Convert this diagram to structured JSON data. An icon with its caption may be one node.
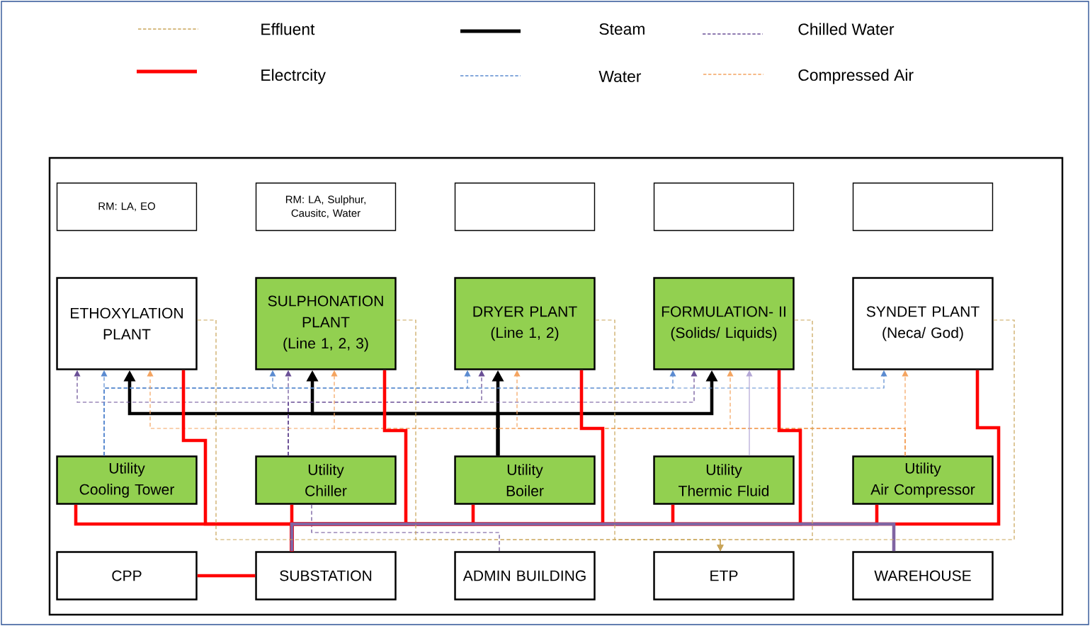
{
  "diagram": {
    "nodes": [
      {
        "text": [
          "RM: LA, EO"
        ]
      },
      {
        "text": [
          "RM: LA, Sulphur, Causitc, Water"
        ]
      },
      {
        "text": [],
        "shape": "box"
      },
      {
        "text": [],
        "shape": "box"
      },
      {
        "text": [],
        "shape": "box"
      },
      {
        "text": [
          "ETHOXYLATION PLANT"
        ]
      },
      {
        "text": [
          "SULPHONATION PLANT",
          "(Line 1, 2, 3)"
        ]
      },
      {
        "text": [
          "DRYER PLANT",
          "(Line 1, 2)"
        ]
      },
      {
        "text": [
          "FORMULATION- II",
          "(Solids/ Liquids)"
        ]
      },
      {
        "text": [
          "SYNDET PLANT",
          "(Neca/ God)"
        ]
      },
      {
        "text": [
          "Utility",
          "Cooling Tower"
        ]
      },
      {
        "text": [
          "Utility",
          "Chiller"
        ]
      },
      {
        "text": [
          "Utility",
          "Boiler"
        ]
      },
      {
        "text": [
          "Utility",
          "Thermic Fluid"
        ]
      },
      {
        "text": [
          "Utility",
          "Air Compressor"
        ]
      },
      {
        "text": [
          "CPP"
        ]
      },
      {
        "text": [
          "SUBSTATION"
        ]
      },
      {
        "text": [
          "ADMIN BUILDING"
        ]
      },
      {
        "text": [
          "ETP"
        ]
      },
      {
        "text": [
          "WAREHOUSE"
        ]
      }
    ],
    "edges": [
      {
        "from": 12,
        "to": 5,
        "arrow": "to",
        "style": "thick",
        "color": "#000000"
      },
      {
        "from": 12,
        "to": 6,
        "arrow": "to",
        "style": "thick",
        "color": "#000000"
      },
      {
        "from": 12,
        "to": 7,
        "arrow": "to",
        "style": "thick",
        "color": "#000000"
      },
      {
        "from": 12,
        "to": 8,
        "arrow": "to",
        "style": "thick",
        "color": "#000000"
      },
      {
        "from": 11,
        "to": 5,
        "arrow": "to",
        "style": "dashed",
        "color": "#6a4f96"
      },
      {
        "from": 11,
        "to": 6,
        "arrow": "to",
        "style": "dashed",
        "color": "#6a4f96"
      },
      {
        "from": 11,
        "to": 7,
        "arrow": "to",
        "style": "dashed",
        "color": "#6a4f96"
      },
      {
        "from": 11,
        "to": 8,
        "arrow": "to",
        "style": "dashed",
        "color": "#6a4f96"
      },
      {
        "from": 11,
        "to": 17,
        "arrow": "none",
        "style": "dashed",
        "color": "#6a4f96"
      },
      {
        "from": 10,
        "to": 5,
        "arrow": "to",
        "style": "dashed",
        "color": "#5b8bd0"
      },
      {
        "from": 10,
        "to": 6,
        "arrow": "to",
        "style": "dashed",
        "color": "#5b8bd0"
      },
      {
        "from": 10,
        "to": 7,
        "arrow": "to",
        "style": "dashed",
        "color": "#5b8bd0"
      },
      {
        "from": 10,
        "to": 8,
        "arrow": "to",
        "style": "dashed",
        "color": "#5b8bd0"
      },
      {
        "from": 10,
        "to": 9,
        "arrow": "to",
        "style": "dashed",
        "color": "#5b8bd0"
      },
      {
        "from": 14,
        "to": 5,
        "arrow": "to",
        "style": "dashed",
        "color": "#f4a460"
      },
      {
        "from": 14,
        "to": 6,
        "arrow": "to",
        "style": "dashed",
        "color": "#f4a460"
      },
      {
        "from": 14,
        "to": 7,
        "arrow": "to",
        "style": "dashed",
        "color": "#f4a460"
      },
      {
        "from": 14,
        "to": 8,
        "arrow": "to",
        "style": "dashed",
        "color": "#f4a460"
      },
      {
        "from": 14,
        "to": 9,
        "arrow": "to",
        "style": "dashed",
        "color": "#f4a460"
      },
      {
        "from": 13,
        "to": 8,
        "arrow": "to",
        "color": "#b4a7d6"
      },
      {
        "from": 16,
        "to": 5,
        "arrow": "none",
        "style": "thick"
      },
      {
        "from": 16,
        "to": 6,
        "arrow": "none",
        "style": "thick"
      },
      {
        "from": 16,
        "to": 7,
        "arrow": "none",
        "style": "thick"
      },
      {
        "from": 16,
        "to": 8,
        "arrow": "none",
        "style": "thick"
      },
      {
        "from": 16,
        "to": 9,
        "arrow": "none",
        "style": "thick"
      },
      {
        "from": 16,
        "to": 10,
        "arrow": "none",
        "style": "thick"
      },
      {
        "from": 16,
        "to": 11,
        "arrow": "none",
        "style": "thick"
      },
      {
        "from": 16,
        "to": 12,
        "arrow": "none",
        "style": "thick"
      },
      {
        "from": 16,
        "to": 13,
        "arrow": "none",
        "style": "thick"
      },
      {
        "from": 16,
        "to": 14,
        "arrow": "none",
        "style": "thick"
      },
      {
        "from": 16,
        "to": 19,
        "arrow": "none",
        "style": "thick",
        "color": "#8064a2"
      },
      {
        "from": 15,
        "to": 16,
        "arrow": "none",
        "style": "thick"
      },
      {
        "from": 5,
        "to": 18,
        "arrow": "to",
        "style": "dashed",
        "color": "#c9a55a"
      },
      {
        "from": 6,
        "to": 18,
        "arrow": "to",
        "style": "dashed",
        "color": "#c9a55a"
      },
      {
        "from": 7,
        "to": 18,
        "arrow": "to",
        "style": "dashed",
        "color": "#c9a55a"
      },
      {
        "from": 8,
        "to": 18,
        "arrow": "to",
        "style": "dashed",
        "color": "#c9a55a"
      },
      {
        "from": 9,
        "to": 18,
        "arrow": "to",
        "style": "dashed",
        "color": "#c9a55a"
      }
    ],
    "legend": [
      {
        "text": "Effluent"
      },
      {
        "text": "Steam"
      },
      {
        "text": "Chilled Water"
      },
      {
        "text": "Electrcity"
      },
      {
        "text": "Water"
      },
      {
        "text": "Compressed Air"
      }
    ]
  }
}
